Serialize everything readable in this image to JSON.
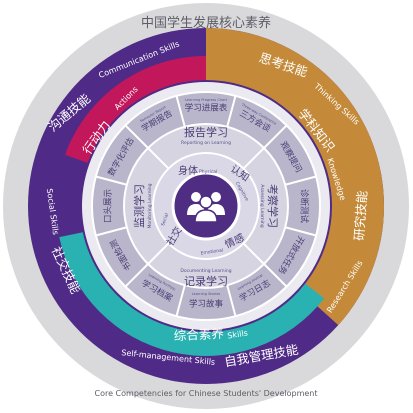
{
  "colors": {
    "outer_ring": "#d9d9dc",
    "purple": "#4f2a86",
    "magenta": "#c2185b",
    "ochre": "#c48a3a",
    "teal": "#2ab2b3",
    "light_ring": "#eceaf1",
    "seg_ring": "#b9b6cb",
    "inner_ring": "#d7d4e2",
    "center": "#4e2d83"
  },
  "outer": {
    "top_cn": "中国学生发展核心素养",
    "bottom_en": "Core Competencies for Chinese Students' Development"
  },
  "ring": {
    "communication_cn": "沟通技能",
    "communication_en": "Communication Skills",
    "thinking_cn": "思考技能",
    "thinking_en": "Thinking Skills",
    "social_en": "Social Skills",
    "social_cn": "社交技能",
    "research_cn": "研究技能",
    "research_en": "Research Skills",
    "self_en": "Self-management Skills",
    "self_cn": "自我管理技能",
    "actions_cn": "行动力",
    "actions_en": "Actions",
    "knowledge_cn": "学科知识",
    "knowledge_en": "Knowledge",
    "skills_cn": "综合素养",
    "skills_en": "Skills"
  },
  "segments": {
    "top": [
      "学期报告",
      "学习进展表",
      "三方会谈"
    ],
    "left": [
      "数字化评估",
      "口头展示",
      "书面检测"
    ],
    "right": [
      "观察提问",
      "诊断测试",
      "开放式任务"
    ],
    "bottom": [
      "学习档案",
      "学习故事",
      "学习日志"
    ],
    "small_top": [
      "Semester Report",
      "Learning Progress Chart",
      "Three-way Conference"
    ],
    "small_bottom": [
      "Learning Portfolio",
      "Learning Stories",
      "Learning Journal"
    ]
  },
  "inner": {
    "top_cn": "报告学习",
    "top_en": "Reporting on Learning",
    "left_cn": "监测学习",
    "left_en": "Monitoring Learning",
    "right_cn": "考察学习",
    "right_en": "Assessing Learning",
    "bottom_cn": "记录学习",
    "bottom_en": "Documenting Learning"
  },
  "core": {
    "physical_cn": "身体",
    "physical_en": "Physical",
    "cognitive_cn": "认知",
    "cognitive_en": "Cognitive",
    "social_cn": "社交",
    "social_en": "Social",
    "emotional_cn": "情感",
    "emotional_en": "Emotional"
  }
}
